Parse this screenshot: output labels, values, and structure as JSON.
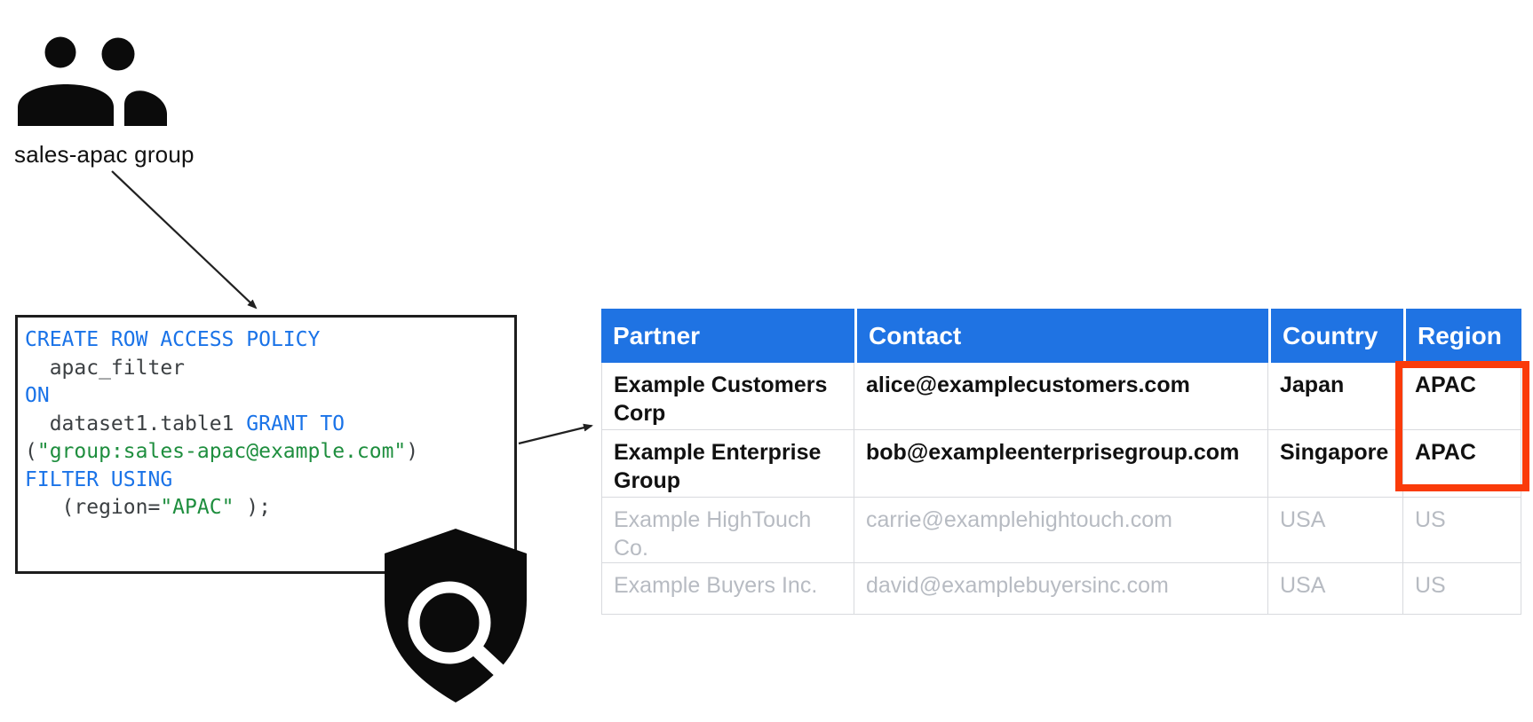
{
  "group": {
    "label": "sales-apac group"
  },
  "code": {
    "lines": [
      [
        {
          "t": "CREATE ROW ACCESS POLICY",
          "c": "kw"
        }
      ],
      [
        {
          "t": "  apac_filter",
          "c": "id"
        }
      ],
      [
        {
          "t": "ON",
          "c": "kw"
        }
      ],
      [
        {
          "t": "  dataset1.table1 ",
          "c": "id"
        },
        {
          "t": "GRANT TO",
          "c": "kw"
        }
      ],
      [
        {
          "t": "(",
          "c": "id"
        },
        {
          "t": "\"group:sales-apac@example.com\"",
          "c": "str"
        },
        {
          "t": ")",
          "c": "id"
        }
      ],
      [
        {
          "t": "FILTER USING",
          "c": "kw"
        }
      ],
      [
        {
          "t": "   (region=",
          "c": "id"
        },
        {
          "t": "\"APAC\"",
          "c": "str"
        },
        {
          "t": " );",
          "c": "id"
        }
      ]
    ]
  },
  "table": {
    "headers": [
      "Partner",
      "Contact",
      "Country",
      "Region"
    ],
    "rows": [
      {
        "partner": "Example Customers Corp",
        "contact": "alice@examplecustomers.com",
        "country": "Japan",
        "region": "APAC",
        "granted": true
      },
      {
        "partner": "Example Enterprise Group",
        "contact": "bob@exampleenterprisegroup.com",
        "country": "Singapore",
        "region": "APAC",
        "granted": true
      },
      {
        "partner": "Example HighTouch Co.",
        "contact": "carrie@examplehightouch.com",
        "country": "USA",
        "region": "US",
        "granted": false
      },
      {
        "partner": "Example Buyers Inc.",
        "contact": "david@examplebuyersinc.com",
        "country": "USA",
        "region": "US",
        "granted": false
      }
    ]
  },
  "icons": {
    "user_group": "two-people-silhouette",
    "policy_shield": "shield-with-magnifier"
  },
  "colors": {
    "header_blue": "#1F73E3",
    "highlight_red": "#FA3B0A",
    "keyword_blue": "#1A73E8",
    "string_green": "#1E8E3E",
    "identifier_gray": "#3C4043",
    "revoked_gray": "#B7BBC2",
    "grid_gray": "#D8DADE"
  }
}
